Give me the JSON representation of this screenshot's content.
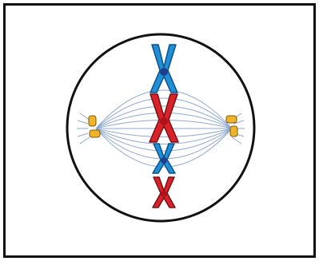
{
  "diagram": {
    "kind": "metaphase-cell",
    "labels": [],
    "colors": {
      "cell_outline": "#111111",
      "spindle_fiber": "#8fa9cf",
      "chromosome_blue": "#1f8fd6",
      "chromosome_red": "#d8232a",
      "centromere": "#1f3d8a",
      "centriole": "#f0b429",
      "frame": "#111111"
    },
    "chromosomes": [
      {
        "color": "blue",
        "size": "large"
      },
      {
        "color": "red",
        "size": "large"
      },
      {
        "color": "blue",
        "size": "small"
      },
      {
        "color": "red",
        "size": "small"
      }
    ],
    "centrosomes": [
      "left",
      "right"
    ]
  }
}
